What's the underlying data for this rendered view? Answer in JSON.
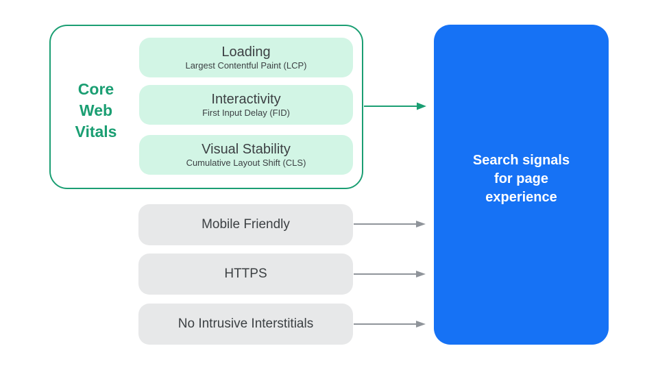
{
  "colors": {
    "background": "#ffffff",
    "teal": "#1a9e72",
    "light_green": "#d2f5e5",
    "blue": "#1672f5",
    "gray_box": "#e7e8e9",
    "dark_text": "#3c4043",
    "arrow_gray": "#8f949a",
    "white_text": "#ffffff"
  },
  "core_web_vitals": {
    "group_label": "Core\nWeb\nVitals",
    "items": [
      {
        "title": "Loading",
        "subtitle": "Largest Contentful Paint (LCP)"
      },
      {
        "title": "Interactivity",
        "subtitle": "First Input Delay (FID)"
      },
      {
        "title": "Visual Stability",
        "subtitle": "Cumulative Layout Shift (CLS)"
      }
    ]
  },
  "other_signals": [
    {
      "label": "Mobile Friendly"
    },
    {
      "label": "HTTPS"
    },
    {
      "label": "No Intrusive Interstitials"
    }
  ],
  "result_box": {
    "label": "Search signals\nfor page\nexperience"
  }
}
